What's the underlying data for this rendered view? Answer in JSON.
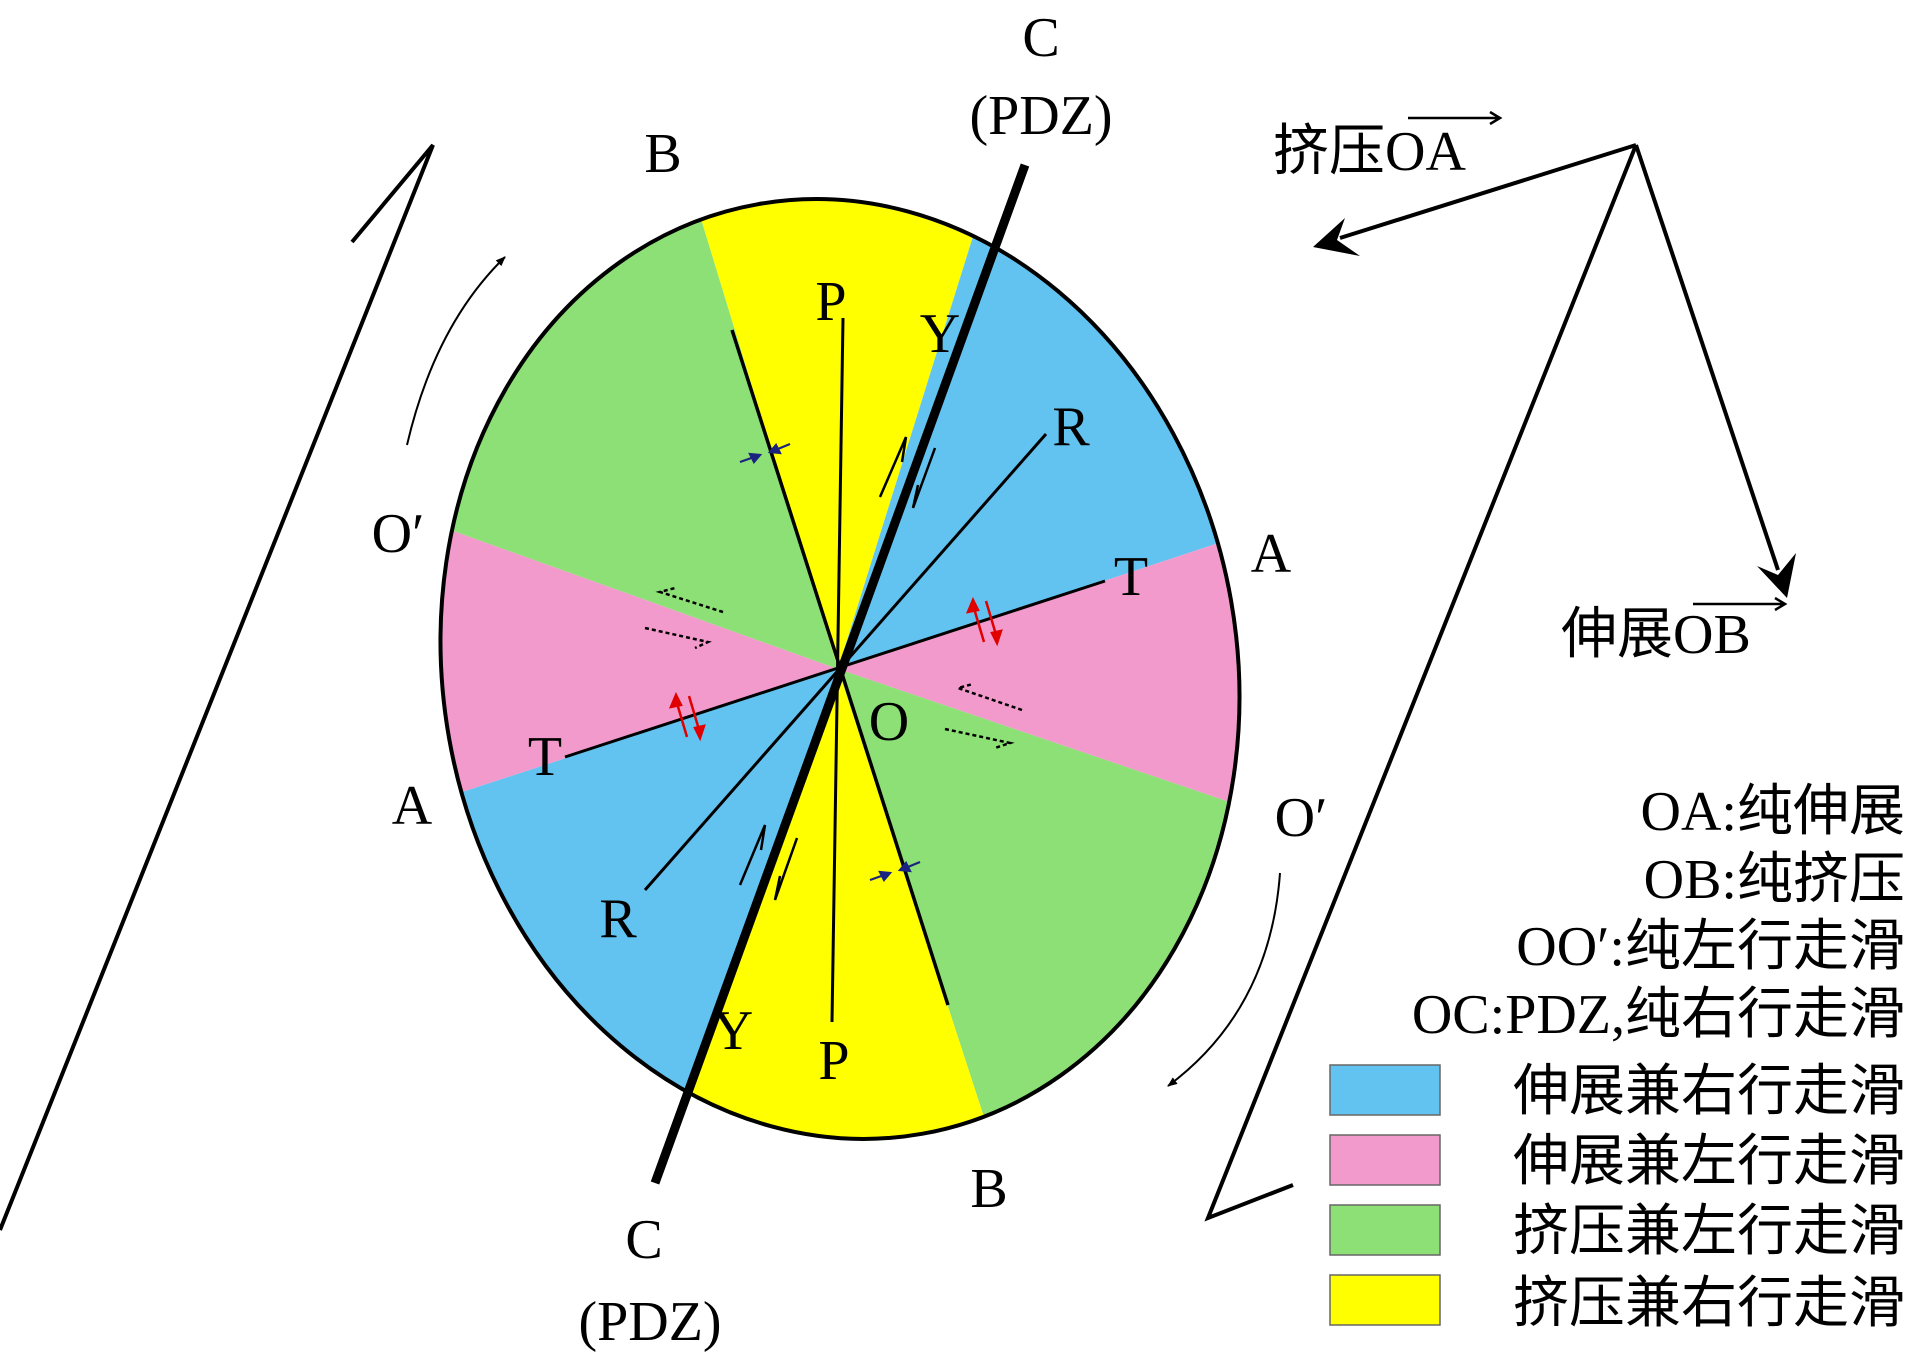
{
  "labels": {
    "c_top": "C",
    "pdz_top": "(PDZ)",
    "c_bottom": "C",
    "pdz_bottom": "(PDZ)",
    "b_top": "B",
    "b_bottom": "B",
    "a_right": "A",
    "a_left": "A",
    "o_prime_left": "O′",
    "o_prime_right": "O′",
    "o_center": "O",
    "p_top": "P",
    "p_bottom": "P",
    "y_top": "Y",
    "y_bottom": "Y",
    "r_top": "R",
    "r_bottom": "R",
    "t_right": "T",
    "t_left": "T"
  },
  "vectors": {
    "compression": "挤压OA",
    "extension": "伸展OB"
  },
  "definitions": [
    "OA:纯伸展",
    "OB:纯挤压",
    "OO′:纯左行走滑",
    "OC:PDZ,纯右行走滑"
  ],
  "legend": [
    {
      "label": "伸展兼右行走滑",
      "color": "#63c3f0"
    },
    {
      "label": "伸展兼左行走滑",
      "color": "#f29acb"
    },
    {
      "label": "挤压兼左行走滑",
      "color": "#8ce076"
    },
    {
      "label": "挤压兼右行走滑",
      "color": "#ffff00"
    }
  ],
  "colors": {
    "extension_dextral": "#63c3f0",
    "extension_sinistral": "#f29acb",
    "compression_sinistral": "#8ce076",
    "compression_dextral": "#ffff00"
  }
}
